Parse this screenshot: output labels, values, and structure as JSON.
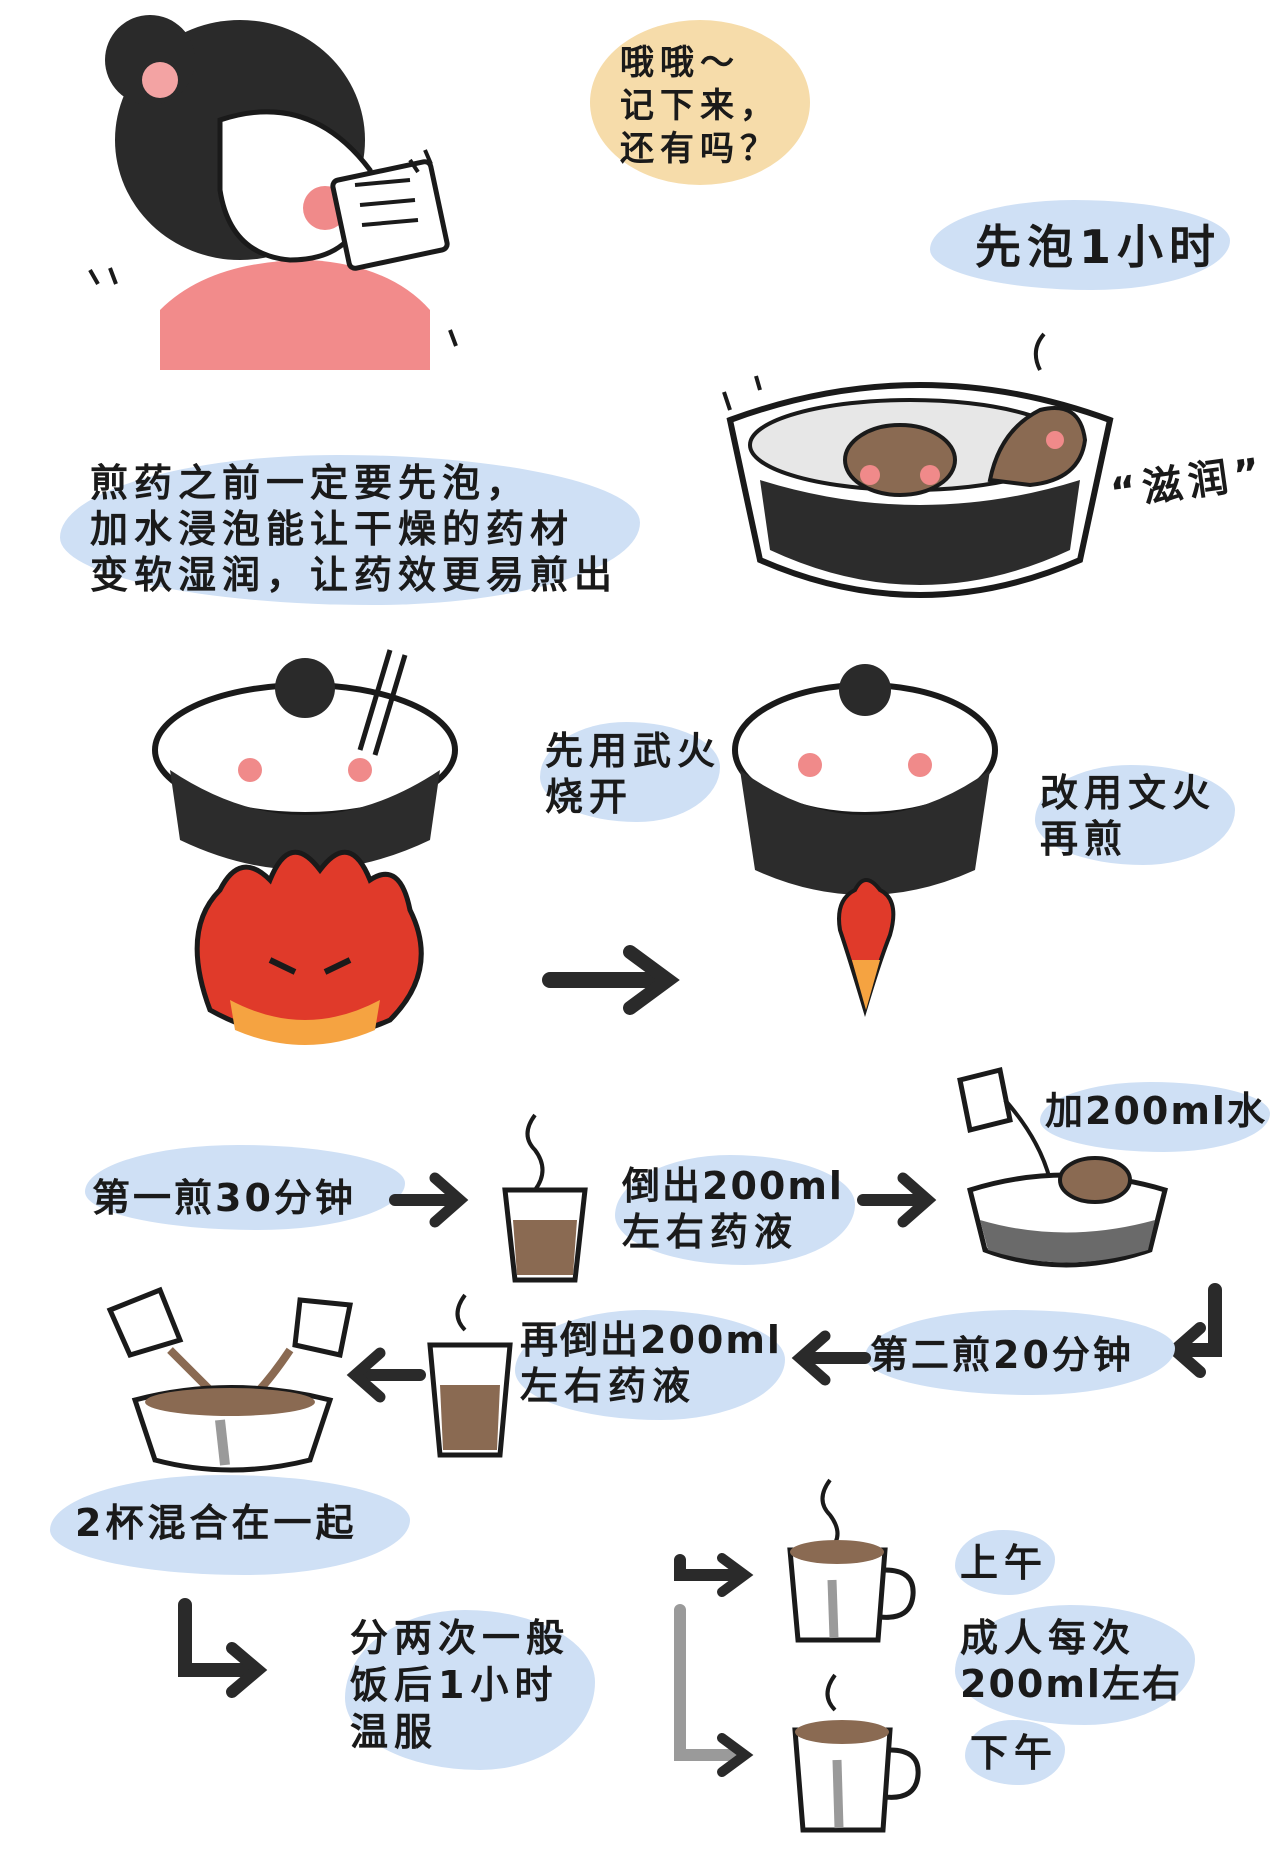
{
  "speech_bubble": {
    "line1": "哦哦～",
    "line2": "记下来，",
    "line3": "还有吗？"
  },
  "soak_label": "先泡1小时",
  "moisten_label": "“滋润”",
  "intro": {
    "line1": "煎药之前一定要先泡，",
    "line2": "加水浸泡能让干燥的药材",
    "line3": "变软湿润，让药效更易煎出"
  },
  "strong_fire": {
    "line1": "先用武火",
    "line2": "烧开"
  },
  "gentle_fire": {
    "line1": "改用文火",
    "line2": "再煎"
  },
  "add_water": "加200ml水",
  "first_decoction": "第一煎30分钟",
  "pour_first": {
    "line1": "倒出200ml",
    "line2": "左右药液"
  },
  "second_decoction": "第二煎20分钟",
  "pour_second": {
    "line1": "再倒出200ml",
    "line2": "左右药液"
  },
  "mix": "2杯混合在一起",
  "dosage": {
    "line1": "分两次一般",
    "line2": "饭后1小时",
    "line3": "温服"
  },
  "morning": "上午",
  "adult_dose": {
    "line1": "成人每次",
    "line2": "200ml左右"
  },
  "afternoon": "下午",
  "colors": {
    "highlight_blue": "#cfe0f5",
    "bubble_tan": "#f6dcaa",
    "ink": "#1a1a1a",
    "blush": "#f08a8a",
    "shirt": "#f28b8b",
    "fire_red": "#e03a2a",
    "fire_orange": "#f5a341",
    "medicine_brown": "#8a6a52"
  }
}
